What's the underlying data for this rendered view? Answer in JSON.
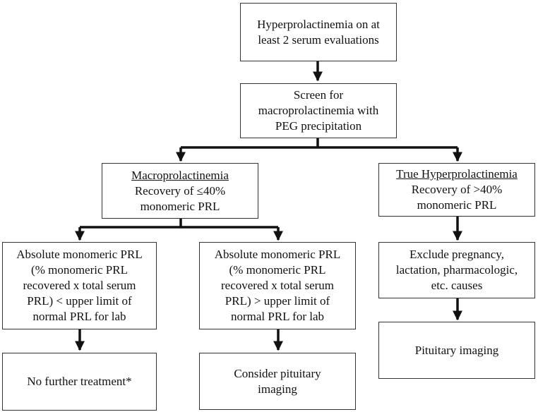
{
  "nodes": {
    "start": {
      "lines": [
        "Hyperprolactinemia on at",
        "least 2 serum evaluations"
      ]
    },
    "screen": {
      "lines": [
        "Screen for",
        "macroprolactinemia with",
        "PEG precipitation"
      ]
    },
    "macro": {
      "title": "Macroprolactinemia",
      "lines": [
        "Recovery of ≤40%",
        "monomeric PRL"
      ]
    },
    "true_hyper": {
      "title": "True Hyperprolactinemia",
      "lines": [
        "Recovery of >40%",
        "monomeric PRL"
      ]
    },
    "abs_low": {
      "lines": [
        "Absolute monomeric PRL",
        "(% monomeric PRL",
        "recovered x total serum",
        "PRL) < upper limit of",
        "normal PRL for lab"
      ]
    },
    "abs_high": {
      "lines": [
        "Absolute monomeric PRL",
        "(% monomeric PRL",
        "recovered x total serum",
        "PRL) > upper limit of",
        "normal PRL for lab"
      ]
    },
    "exclude": {
      "lines": [
        "Exclude pregnancy,",
        "lactation, pharmacologic,",
        "etc. causes"
      ]
    },
    "no_treat": {
      "lines": [
        "No further treatment*"
      ]
    },
    "consider": {
      "lines": [
        "Consider pituitary",
        "imaging"
      ]
    },
    "pit_img": {
      "lines": [
        "Pituitary imaging"
      ]
    }
  }
}
